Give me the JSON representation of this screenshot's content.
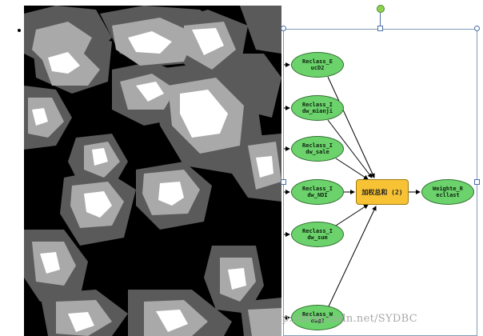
{
  "model": {
    "inputs": [
      {
        "label": "Reclass_E ucD2"
      },
      {
        "label": "Reclass_I dw_mianji"
      },
      {
        "label": "Reclass_I dw_sale"
      },
      {
        "label": "Reclass_I dw_NDI"
      },
      {
        "label": "Reclass_I dw_sum"
      },
      {
        "label": "Reclass_W eig2"
      }
    ],
    "tool": {
      "label": "加权总和 (2)"
    },
    "output": {
      "label": "Weighte_R ecllast"
    }
  },
  "watermark": "http://blog.csdn.net/SYDBC",
  "colors": {
    "input_fill": "#6cd36c",
    "tool_fill": "#f7c234",
    "raster_dark": "#000000",
    "raster_mid": "#5a5a5a",
    "raster_light": "#a9a9a9",
    "raster_white": "#ffffff"
  }
}
